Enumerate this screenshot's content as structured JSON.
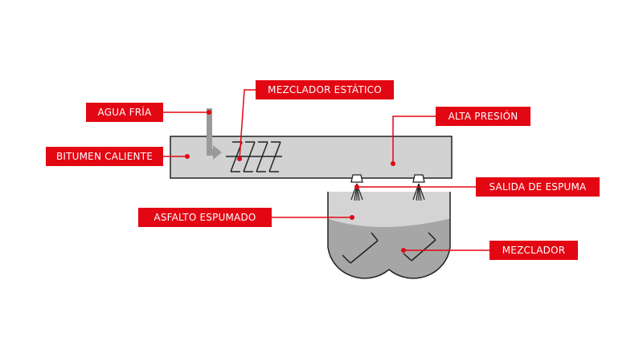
{
  "labels": {
    "agua_fria": "AGUA FRÍA",
    "bitumen_caliente": "BITUMEN CALIENTE",
    "mezclador_estatico": "MEZCLADOR ESTÁTICO",
    "alta_presion": "ALTA PRESIÓN",
    "salida_de_espuma": "SALIDA DE ESPUMA",
    "asfalto_espumado": "ASFALTO ESPUMADO",
    "mezclador": "MEZCLADOR"
  },
  "colors": {
    "accent": "#e30613",
    "pipe": "#d2d2d2",
    "foam": "#d4d4d4",
    "mix": "#a6a6a6",
    "water_arrow": "#9a9a9a",
    "outline": "#222222"
  }
}
